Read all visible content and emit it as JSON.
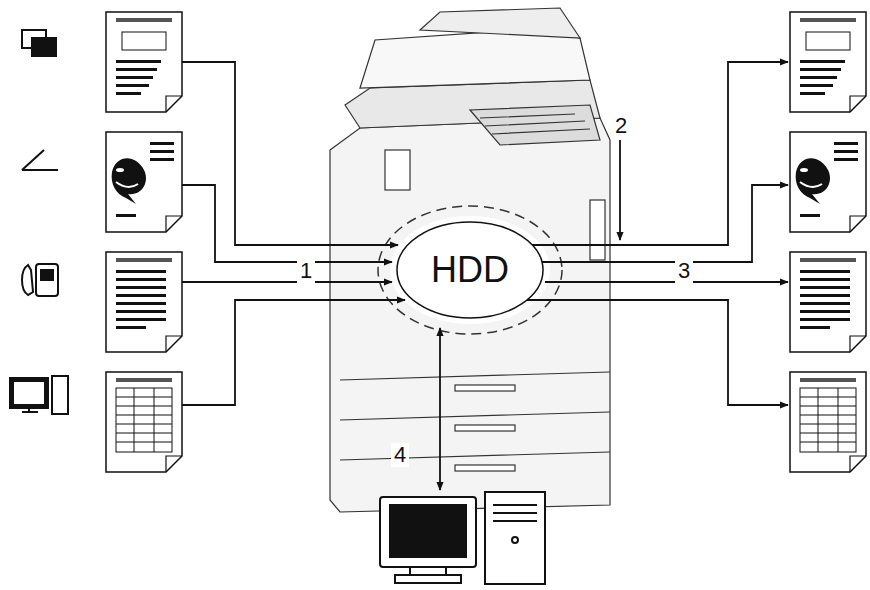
{
  "diagram": {
    "nodes": [
      {
        "text": [
          "HDD"
        ]
      }
    ],
    "labels": [
      "1",
      "2",
      "3",
      "4"
    ]
  }
}
